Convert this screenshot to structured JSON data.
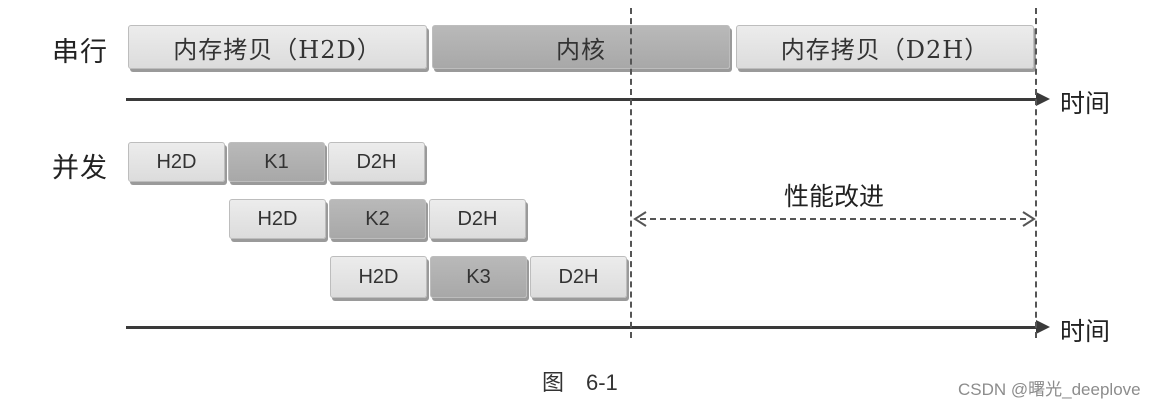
{
  "serial": {
    "label": "串行",
    "blocks": [
      "内存拷贝（H2D）",
      "内核",
      "内存拷贝（D2H）"
    ]
  },
  "concurrent": {
    "label": "并发",
    "streams": [
      [
        "H2D",
        "K1",
        "D2H"
      ],
      [
        "H2D",
        "K2",
        "D2H"
      ],
      [
        "H2D",
        "K3",
        "D2H"
      ]
    ]
  },
  "axis_label": "时间",
  "improvement_label": "性能改进",
  "caption": "图　6-1",
  "watermark": "CSDN @曙光_deeplove",
  "colors": {
    "light_block": "#e3e3e3",
    "dark_block": "#b0b0b0",
    "line": "#3a3a3a"
  }
}
